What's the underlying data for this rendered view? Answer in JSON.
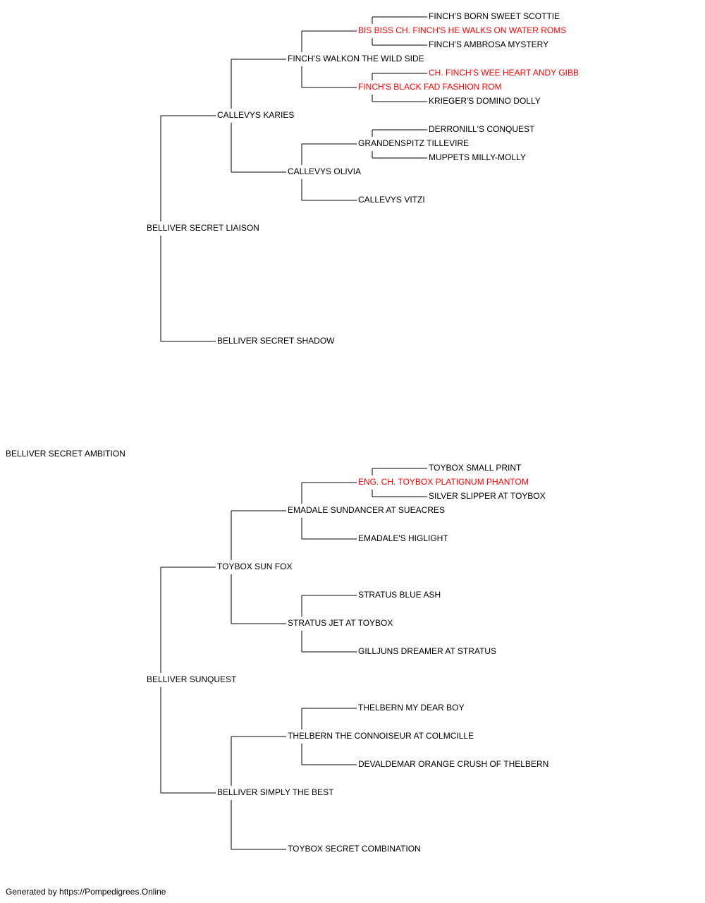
{
  "subject": "BELLIVER SECRET AMBITION",
  "sire": {
    "name": "BELLIVER SECRET LIAISON",
    "sire": {
      "name": "CALLEVYS KARIES",
      "sire": {
        "name": "FINCH'S WALKON THE WILD SIDE",
        "sire": {
          "name": "BIS BISS CH. FINCH'S HE WALKS ON WATER ROMS",
          "champion": true,
          "sire": {
            "name": "FINCH'S BORN SWEET SCOTTIE"
          },
          "dam": {
            "name": "FINCH'S AMBROSA MYSTERY"
          }
        },
        "dam": {
          "name": "FINCH'S BLACK FAD FASHION ROM",
          "champion": true,
          "sire": {
            "name": "CH. FINCH'S WEE HEART ANDY GIBB",
            "champion": true
          },
          "dam": {
            "name": "KRIEGER'S DOMINO DOLLY"
          }
        }
      },
      "dam": {
        "name": "CALLEVYS OLIVIA",
        "sire": {
          "name": "GRANDENSPITZ TILLEVIRE",
          "sire": {
            "name": "DERRONILL'S CONQUEST"
          },
          "dam": {
            "name": "MUPPETS MILLY-MOLLY"
          }
        },
        "dam": {
          "name": "CALLEVYS VITZI"
        }
      }
    },
    "dam": {
      "name": "BELLIVER SECRET SHADOW"
    }
  },
  "dam": {
    "name": "BELLIVER SUNQUEST",
    "sire": {
      "name": "TOYBOX SUN FOX",
      "sire": {
        "name": "EMADALE SUNDANCER AT SUEACRES",
        "sire": {
          "name": "ENG. CH. TOYBOX PLATIGNUM PHANTOM",
          "champion": true,
          "sire": {
            "name": "TOYBOX SMALL PRINT"
          },
          "dam": {
            "name": "SILVER SLIPPER AT TOYBOX"
          }
        },
        "dam": {
          "name": "EMADALE'S HIGLIGHT"
        }
      },
      "dam": {
        "name": "STRATUS JET AT TOYBOX",
        "sire": {
          "name": "STRATUS BLUE ASH"
        },
        "dam": {
          "name": "GILLJUNS DREAMER AT STRATUS"
        }
      }
    },
    "dam": {
      "name": "BELLIVER SIMPLY THE BEST",
      "sire": {
        "name": "THELBERN THE CONNOISEUR AT COLMCILLE",
        "sire": {
          "name": "THELBERN MY DEAR BOY"
        },
        "dam": {
          "name": "DEVALDEMAR ORANGE CRUSH OF THELBERN"
        }
      },
      "dam": {
        "name": "TOYBOX SECRET COMBINATION"
      }
    }
  },
  "footer": "Generated by https://Pompedigrees.Online",
  "colors": {
    "champion": "#ff0000",
    "normal": "#000000",
    "line": "#000000"
  }
}
